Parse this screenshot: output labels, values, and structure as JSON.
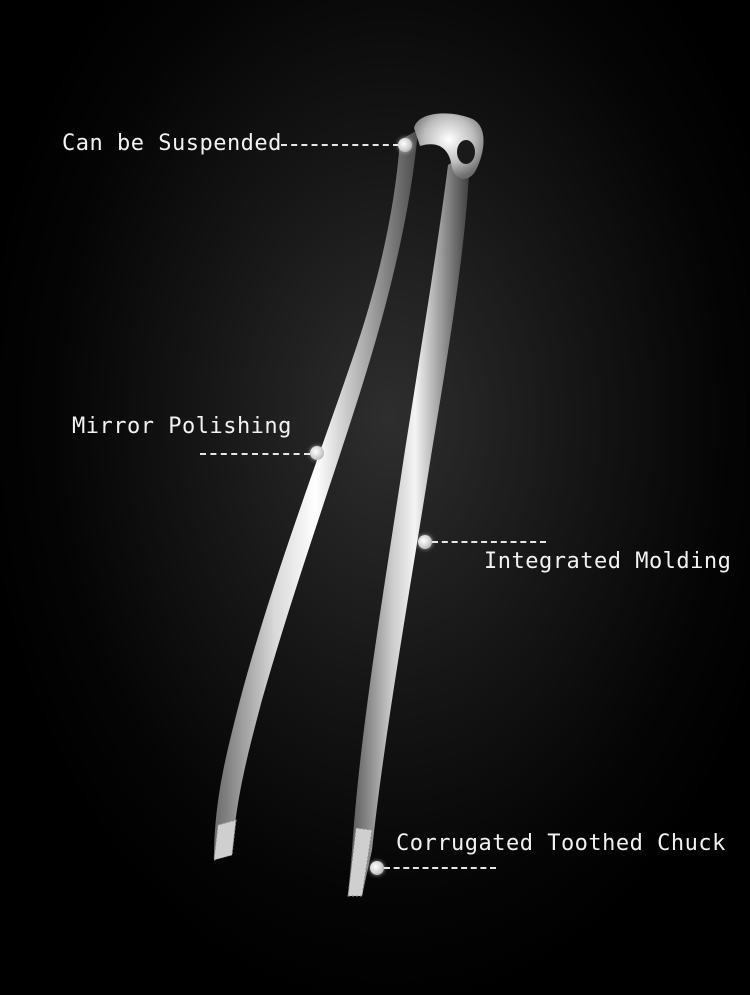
{
  "product": {
    "image_name": "stainless-steel-tongs"
  },
  "callouts": [
    {
      "id": "suspended",
      "label": "Can be Suspended"
    },
    {
      "id": "polishing",
      "label": "Mirror Polishing"
    },
    {
      "id": "molding",
      "label": "Integrated Molding"
    },
    {
      "id": "chuck",
      "label": "Corrugated Toothed Chuck"
    }
  ],
  "colors": {
    "background": "#000000",
    "label_text": "#f2f2f2",
    "metal_highlight": "#ffffff",
    "metal_shadow": "#5a5a5a"
  }
}
